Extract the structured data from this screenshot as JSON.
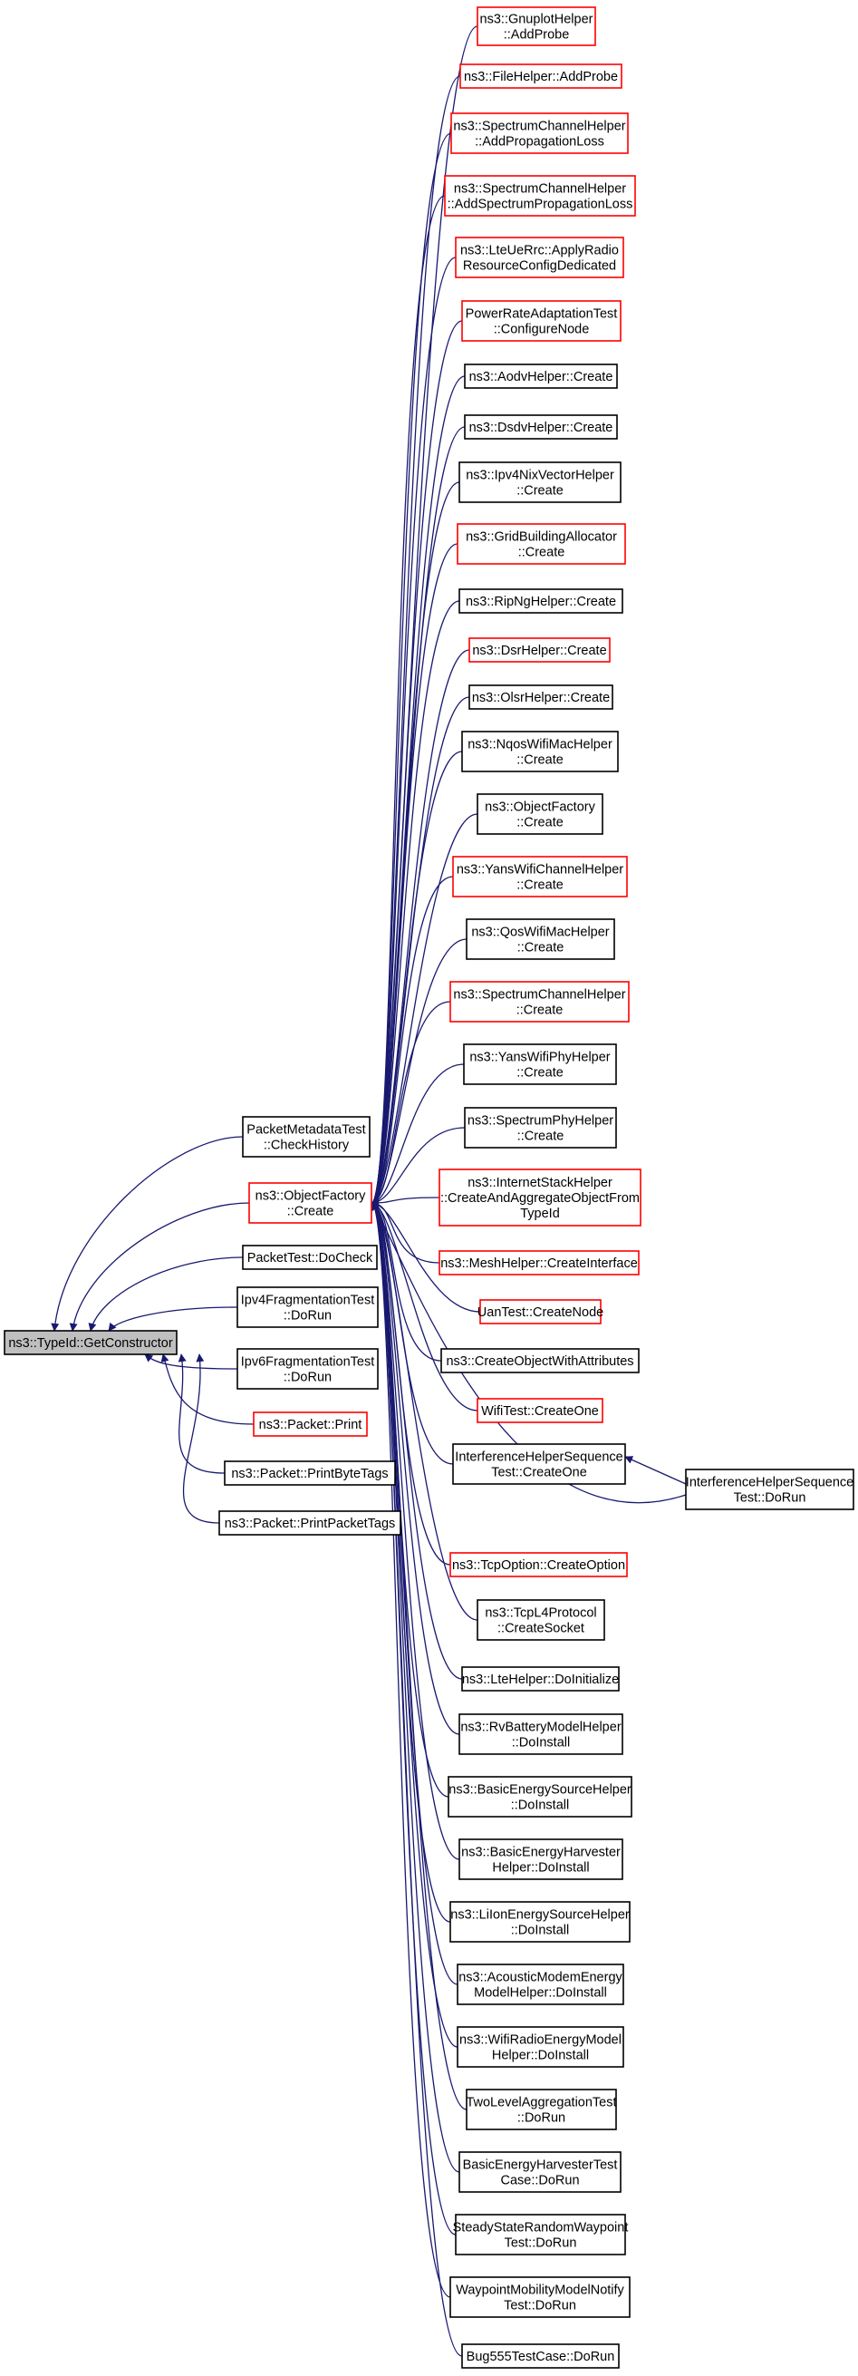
{
  "colors": {
    "edge": "#191970",
    "border_default": "#000000",
    "border_truncated": "#ff0000",
    "root_fill": "#bfbfbf",
    "node_fill": "#ffffff"
  },
  "nodes": [
    {
      "id": "root",
      "lines": [
        "ns3::TypeId::GetConstructor"
      ],
      "style": "root"
    },
    {
      "id": "pm_check_history",
      "lines": [
        "PacketMetadataTest",
        "::CheckHistory"
      ],
      "style": "normal"
    },
    {
      "id": "objfactory_create",
      "lines": [
        "ns3::ObjectFactory",
        "::Create"
      ],
      "style": "truncated"
    },
    {
      "id": "packettest_docheck",
      "lines": [
        "PacketTest::DoCheck"
      ],
      "style": "normal"
    },
    {
      "id": "ipv4frag_dorun",
      "lines": [
        "Ipv4FragmentationTest",
        "::DoRun"
      ],
      "style": "normal"
    },
    {
      "id": "ipv6frag_dorun",
      "lines": [
        "Ipv6FragmentationTest",
        "::DoRun"
      ],
      "style": "normal"
    },
    {
      "id": "packet_print",
      "lines": [
        "ns3::Packet::Print"
      ],
      "style": "truncated"
    },
    {
      "id": "packet_printbytetags",
      "lines": [
        "ns3::Packet::PrintByteTags"
      ],
      "style": "normal"
    },
    {
      "id": "packet_printpackettags",
      "lines": [
        "ns3::Packet::PrintPacketTags"
      ],
      "style": "normal"
    },
    {
      "id": "c_gnuplot",
      "lines": [
        "ns3::GnuplotHelper",
        "::AddProbe"
      ],
      "style": "truncated"
    },
    {
      "id": "c_filehelper",
      "lines": [
        "ns3::FileHelper::AddProbe"
      ],
      "style": "truncated"
    },
    {
      "id": "c_spectrum_addprop",
      "lines": [
        "ns3::SpectrumChannelHelper",
        "::AddPropagationLoss"
      ],
      "style": "truncated"
    },
    {
      "id": "c_spectrum_addspecprop",
      "lines": [
        "ns3::SpectrumChannelHelper",
        "::AddSpectrumPropagationLoss"
      ],
      "style": "truncated"
    },
    {
      "id": "c_lteuerrc",
      "lines": [
        "ns3::LteUeRrc::ApplyRadio",
        "ResourceConfigDedicated"
      ],
      "style": "truncated"
    },
    {
      "id": "c_powerrate",
      "lines": [
        "PowerRateAdaptationTest",
        "::ConfigureNode"
      ],
      "style": "truncated"
    },
    {
      "id": "c_aodv",
      "lines": [
        "ns3::AodvHelper::Create"
      ],
      "style": "normal"
    },
    {
      "id": "c_dsdv",
      "lines": [
        "ns3::DsdvHelper::Create"
      ],
      "style": "normal"
    },
    {
      "id": "c_ipv4nix",
      "lines": [
        "ns3::Ipv4NixVectorHelper",
        "::Create"
      ],
      "style": "normal"
    },
    {
      "id": "c_gridbuilding",
      "lines": [
        "ns3::GridBuildingAllocator",
        "::Create"
      ],
      "style": "truncated"
    },
    {
      "id": "c_ripng",
      "lines": [
        "ns3::RipNgHelper::Create"
      ],
      "style": "normal"
    },
    {
      "id": "c_dsr",
      "lines": [
        "ns3::DsrHelper::Create"
      ],
      "style": "truncated"
    },
    {
      "id": "c_olsr",
      "lines": [
        "ns3::OlsrHelper::Create"
      ],
      "style": "normal"
    },
    {
      "id": "c_nqoswifimac",
      "lines": [
        "ns3::NqosWifiMacHelper",
        "::Create"
      ],
      "style": "normal"
    },
    {
      "id": "c_objfactory",
      "lines": [
        "ns3::ObjectFactory",
        "::Create"
      ],
      "style": "normal"
    },
    {
      "id": "c_yanswifichannel",
      "lines": [
        "ns3::YansWifiChannelHelper",
        "::Create"
      ],
      "style": "truncated"
    },
    {
      "id": "c_qoswifimac",
      "lines": [
        "ns3::QosWifiMacHelper",
        "::Create"
      ],
      "style": "normal"
    },
    {
      "id": "c_spectrumchannel",
      "lines": [
        "ns3::SpectrumChannelHelper",
        "::Create"
      ],
      "style": "truncated"
    },
    {
      "id": "c_yanswifiphy",
      "lines": [
        "ns3::YansWifiPhyHelper",
        "::Create"
      ],
      "style": "normal"
    },
    {
      "id": "c_spectrumphy",
      "lines": [
        "ns3::SpectrumPhyHelper",
        "::Create"
      ],
      "style": "normal"
    },
    {
      "id": "c_internetstack",
      "lines": [
        "ns3::InternetStackHelper",
        "::CreateAndAggregateObjectFrom",
        "TypeId"
      ],
      "style": "truncated"
    },
    {
      "id": "c_meshhelper",
      "lines": [
        "ns3::MeshHelper::CreateInterface"
      ],
      "style": "truncated"
    },
    {
      "id": "c_uantest",
      "lines": [
        "UanTest::CreateNode"
      ],
      "style": "truncated"
    },
    {
      "id": "c_createobjattr",
      "lines": [
        "ns3::CreateObjectWithAttributes"
      ],
      "style": "normal"
    },
    {
      "id": "c_wifitest",
      "lines": [
        "WifiTest::CreateOne"
      ],
      "style": "truncated"
    },
    {
      "id": "c_interf_createone",
      "lines": [
        "InterferenceHelperSequence",
        "Test::CreateOne"
      ],
      "style": "normal"
    },
    {
      "id": "c_interf_dorun",
      "lines": [
        "InterferenceHelperSequence",
        "Test::DoRun"
      ],
      "style": "normal"
    },
    {
      "id": "c_tcpoption",
      "lines": [
        "ns3::TcpOption::CreateOption"
      ],
      "style": "truncated"
    },
    {
      "id": "c_tcpl4",
      "lines": [
        "ns3::TcpL4Protocol",
        "::CreateSocket"
      ],
      "style": "normal"
    },
    {
      "id": "c_ltehelper",
      "lines": [
        "ns3::LteHelper::DoInitialize"
      ],
      "style": "normal"
    },
    {
      "id": "c_rvbattery",
      "lines": [
        "ns3::RvBatteryModelHelper",
        "::DoInstall"
      ],
      "style": "normal"
    },
    {
      "id": "c_basicenergysource",
      "lines": [
        "ns3::BasicEnergySourceHelper",
        "::DoInstall"
      ],
      "style": "normal"
    },
    {
      "id": "c_basicenergyharvester",
      "lines": [
        "ns3::BasicEnergyHarvester",
        "Helper::DoInstall"
      ],
      "style": "normal"
    },
    {
      "id": "c_lilonenergy",
      "lines": [
        "ns3::LiIonEnergySourceHelper",
        "::DoInstall"
      ],
      "style": "normal"
    },
    {
      "id": "c_acousticmodem",
      "lines": [
        "ns3::AcousticModemEnergy",
        "ModelHelper::DoInstall"
      ],
      "style": "normal"
    },
    {
      "id": "c_wifiradioenergy",
      "lines": [
        "ns3::WifiRadioEnergyModel",
        "Helper::DoInstall"
      ],
      "style": "normal"
    },
    {
      "id": "c_twolevelagg",
      "lines": [
        "TwoLevelAggregationTest",
        "::DoRun"
      ],
      "style": "normal"
    },
    {
      "id": "c_basicenergyharvtest",
      "lines": [
        "BasicEnergyHarvesterTest",
        "Case::DoRun"
      ],
      "style": "normal"
    },
    {
      "id": "c_steadystate",
      "lines": [
        "SteadyStateRandomWaypoint",
        "Test::DoRun"
      ],
      "style": "normal"
    },
    {
      "id": "c_waypointmobility",
      "lines": [
        "WaypointMobilityModelNotify",
        "Test::DoRun"
      ],
      "style": "normal"
    },
    {
      "id": "c_bug555",
      "lines": [
        "Bug555TestCase::DoRun"
      ],
      "style": "normal"
    }
  ]
}
